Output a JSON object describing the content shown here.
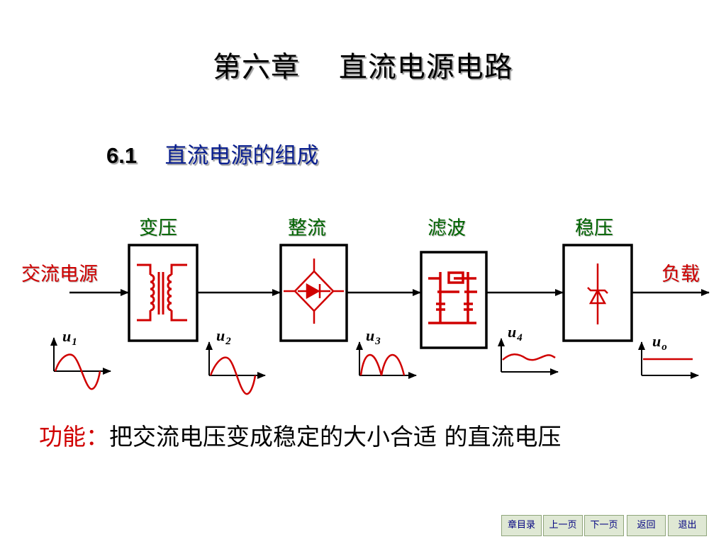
{
  "title": "第六章    直流电源电路",
  "section": {
    "number": "6.1",
    "title": "直流电源的组成"
  },
  "stages": [
    "变压",
    "整流",
    "滤波",
    "稳压"
  ],
  "input_label": "交流电源",
  "output_label": "负载",
  "waveforms": [
    {
      "symbol": "u",
      "sub": "1"
    },
    {
      "symbol": "u",
      "sub": "2"
    },
    {
      "symbol": "u",
      "sub": "3"
    },
    {
      "symbol": "u",
      "sub": "4"
    },
    {
      "symbol": "u",
      "sub": "o"
    }
  ],
  "function": {
    "label": "功能：",
    "text": "把交流电压变成稳定的大小合适 的直流电压"
  },
  "nav": [
    "章目录",
    "上一页",
    "下一页",
    "返回",
    "退出"
  ],
  "colors": {
    "wave": "#d00000",
    "stage_label": "#006400",
    "section": "#0a1f8f",
    "nav_bg": "#dfe8d4"
  }
}
